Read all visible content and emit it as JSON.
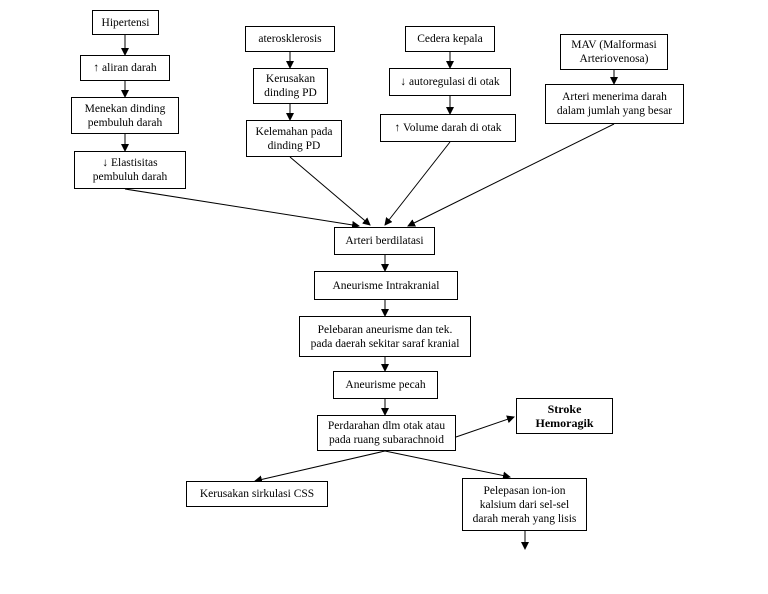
{
  "nodes": {
    "hipertensi": "Hipertensi",
    "aliran_darah": "↑ aliran darah",
    "menekan_dinding": "Menekan dinding\npembuluh darah",
    "elastisitas": "↓ Elastisitas\npembuluh darah",
    "aterosklerosis": "aterosklerosis",
    "kerusakan_dinding": "Kerusakan\ndinding PD",
    "kelemahan_dinding": "Kelemahan pada\ndinding PD",
    "cedera_kepala": "Cedera kepala",
    "autoregulasi": "↓ autoregulasi di otak",
    "volume_darah": "↑ Volume darah di otak",
    "mav": "MAV (Malformasi\nArteriovenosa)",
    "arteri_menerima": "Arteri menerima darah\ndalam jumlah yang besar",
    "arteri_berdilatasi": "Arteri berdilatasi",
    "aneurisme_intrakranial": "Aneurisme Intrakranial",
    "pelebaran": "Pelebaran aneurisme dan tek.\npada daerah sekitar saraf kranial",
    "aneurisme_pecah": "Aneurisme pecah",
    "perdarahan": "Perdarahan dlm otak atau\npada ruang subarachnoid",
    "stroke": "Stroke\nHemoragik",
    "kerusakan_css": "Kerusakan sirkulasi CSS",
    "pelepasan_ion": "Pelepasan ion-ion\nkalsium dari sel-sel\ndarah merah yang lisis"
  }
}
